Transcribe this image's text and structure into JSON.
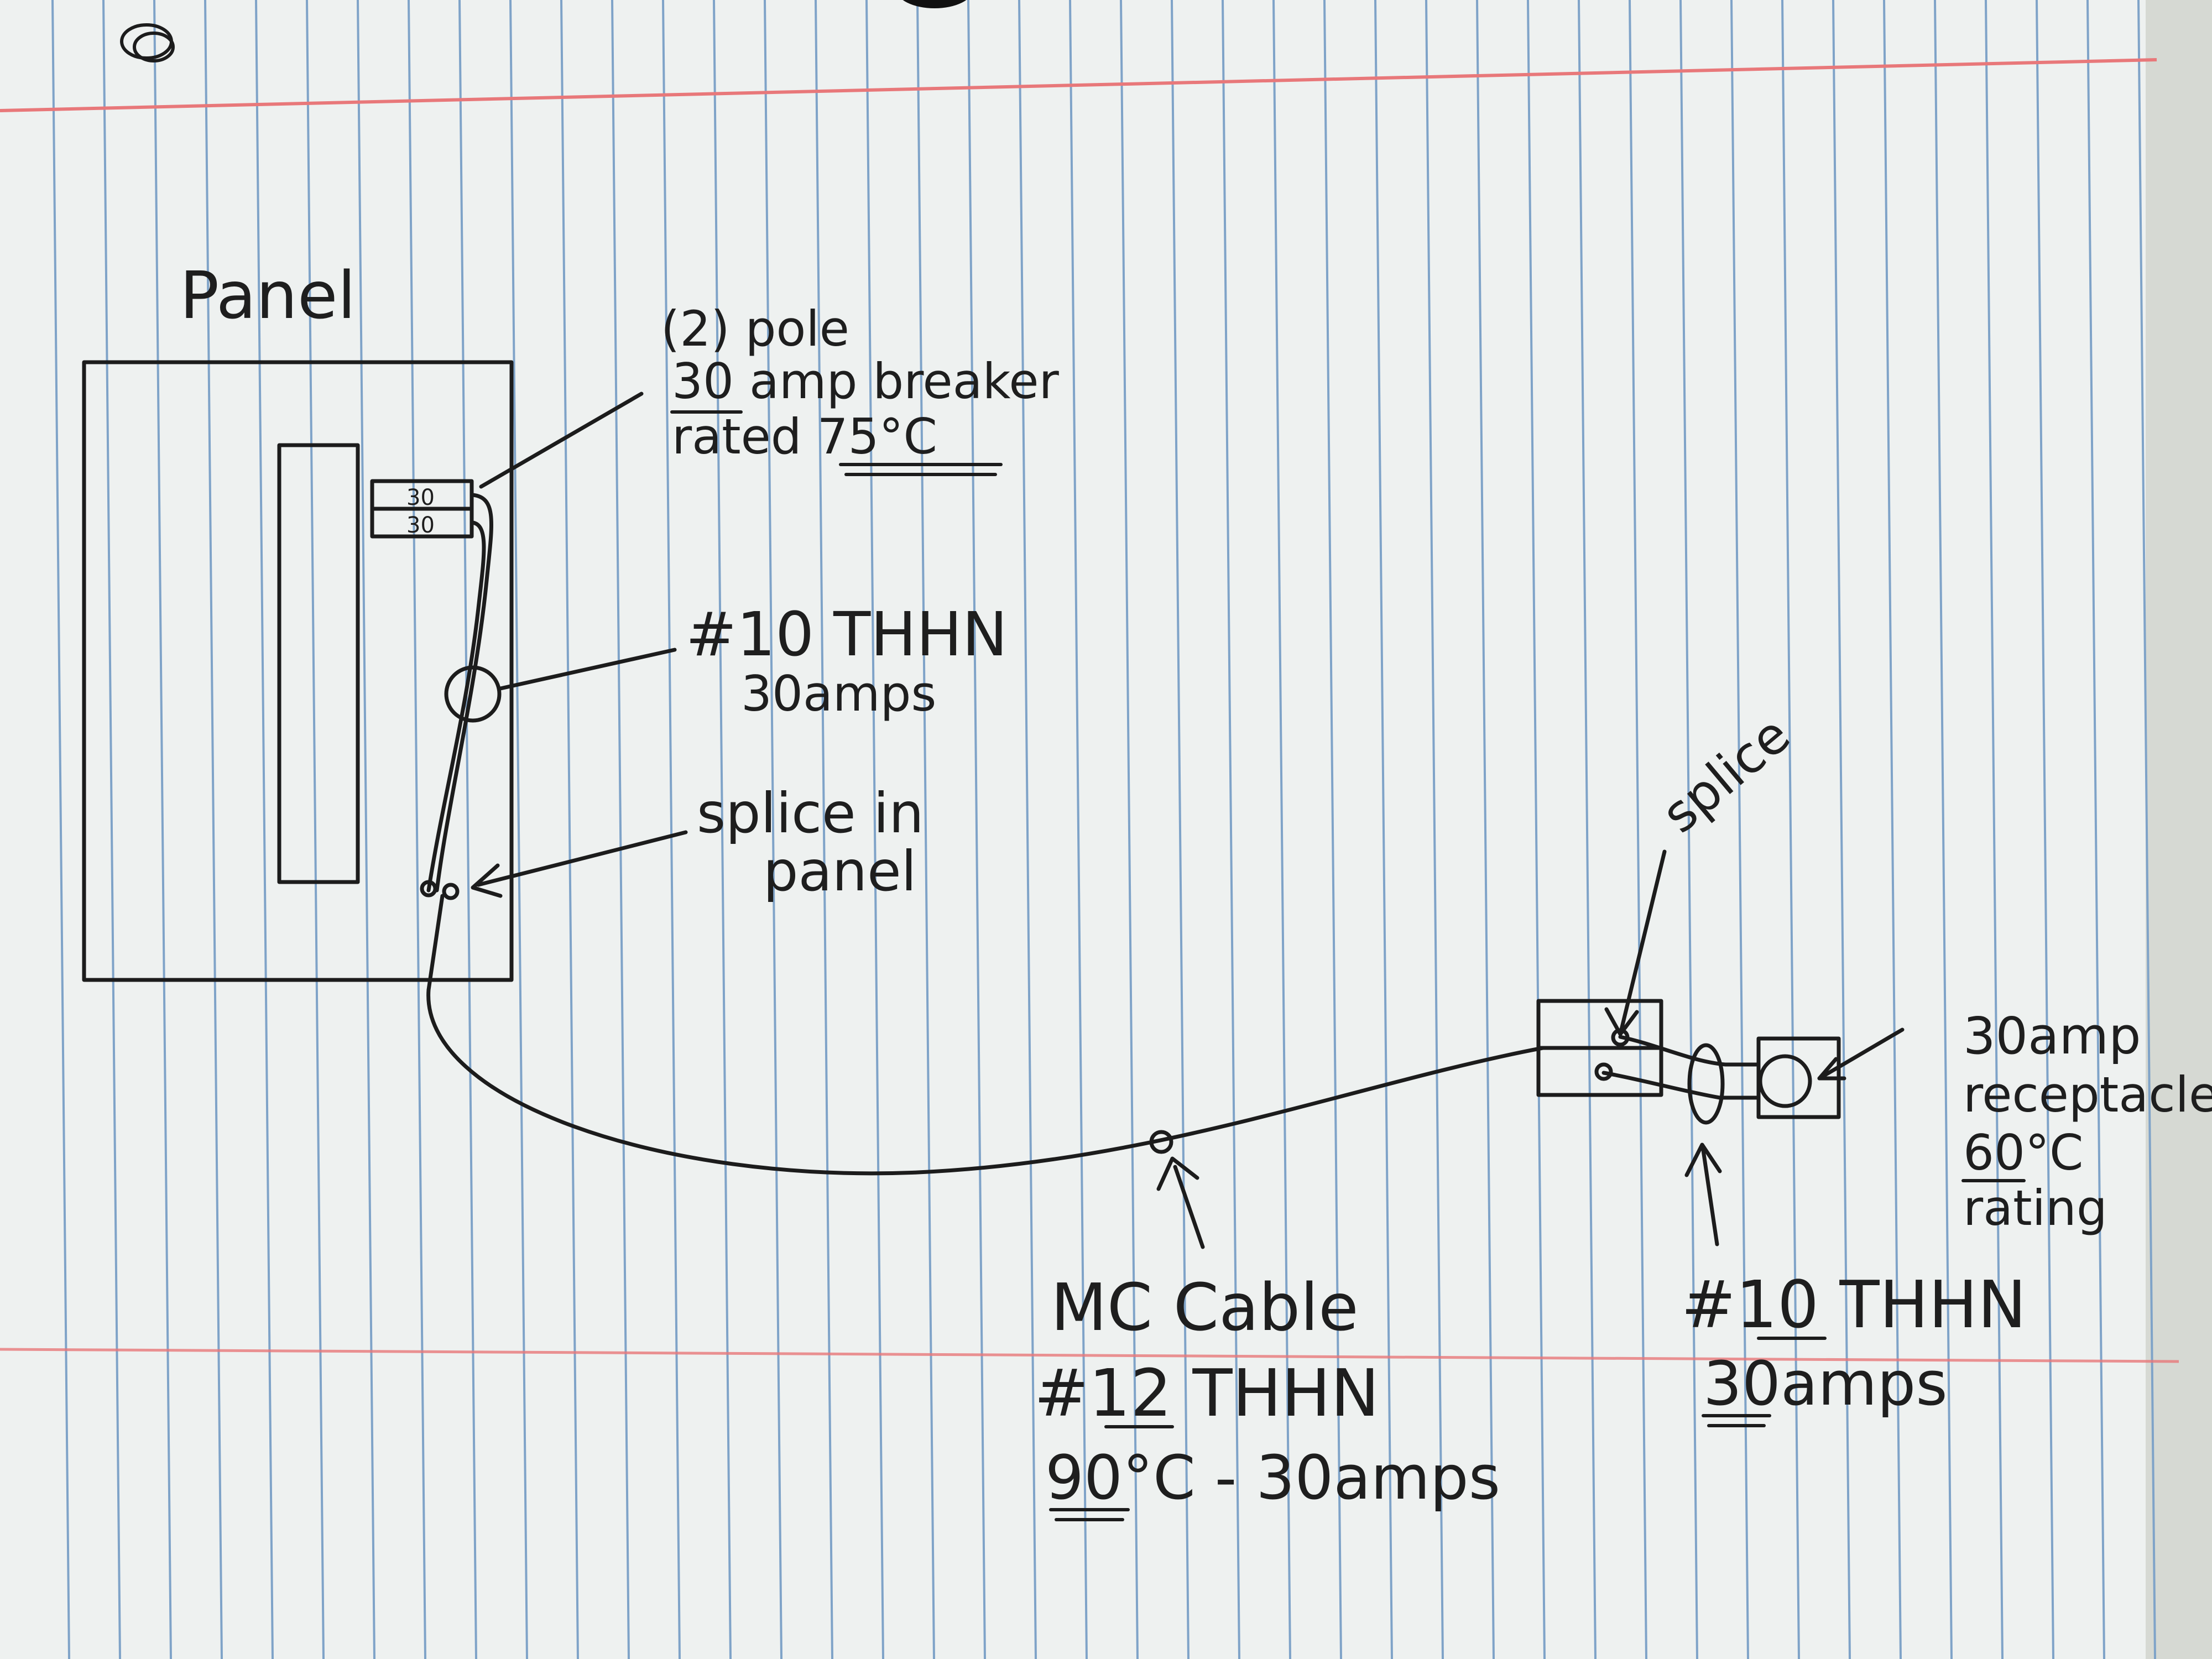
{
  "colors": {
    "paper": "#eef1f0",
    "ruled_line": "#7fa3c8",
    "margin_line": "#e8787a",
    "ink": "#1c1c1c"
  },
  "panel": {
    "title": "Panel",
    "breaker_top": "30",
    "breaker_bottom": "30"
  },
  "labels": {
    "breaker": [
      "(2) pole",
      "30 amp breaker",
      "rated 75°C"
    ],
    "panel_wire": [
      "#10 THHN",
      "30amps"
    ],
    "panel_splice": [
      "splice in",
      "panel"
    ],
    "box_splice": "splice",
    "receptacle": [
      "30amp",
      "receptacle",
      "60°C",
      "rating"
    ],
    "mc_cable": [
      "MC Cable",
      "#12 THHN",
      "90°C - 30amps"
    ],
    "tail_wire": [
      "#10 THHN",
      "30amps"
    ]
  }
}
